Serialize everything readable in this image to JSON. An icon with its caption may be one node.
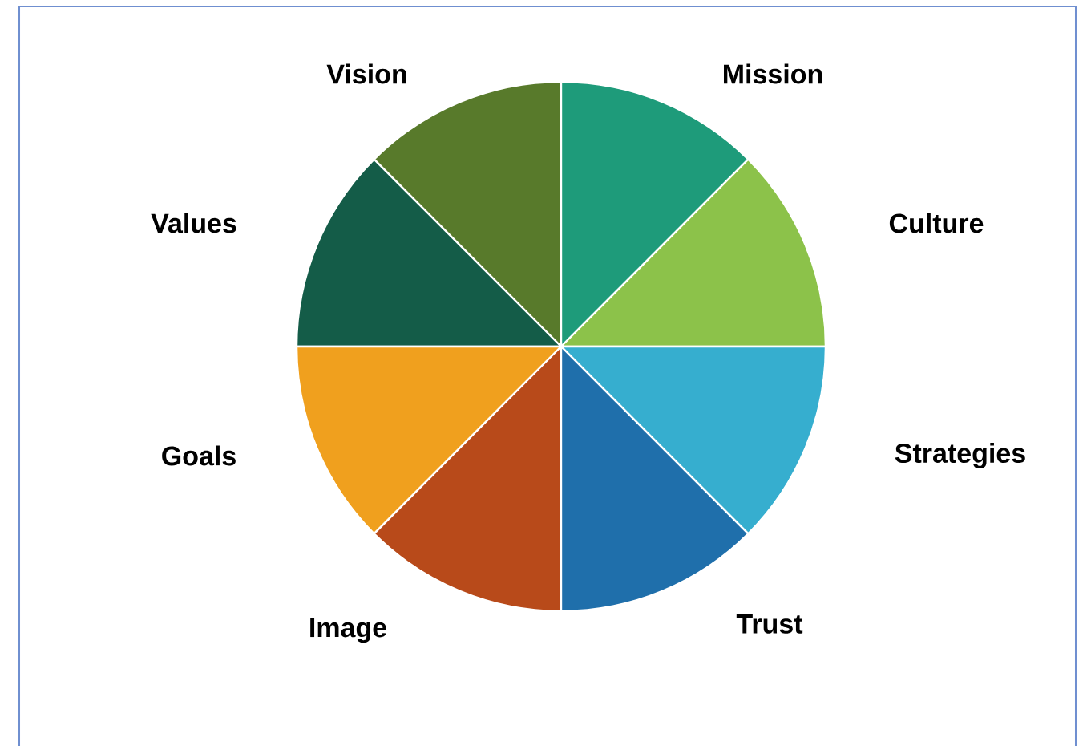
{
  "diagram": {
    "nodes": [
      {
        "text": [],
        "shape": "pie-slice",
        "beside": [
          "Vision"
        ]
      },
      {
        "text": [],
        "shape": "pie-slice",
        "beside": [
          "Mission"
        ]
      },
      {
        "text": [],
        "shape": "pie-slice",
        "beside": [
          "Values"
        ]
      },
      {
        "text": [],
        "shape": "pie-slice",
        "beside": [
          "Culture"
        ]
      },
      {
        "text": [],
        "shape": "pie-slice",
        "beside": [
          "Goals"
        ]
      },
      {
        "text": [],
        "shape": "pie-slice",
        "beside": [
          "Strategies"
        ]
      },
      {
        "text": [],
        "shape": "pie-slice",
        "beside": [
          "Image"
        ]
      },
      {
        "text": [],
        "shape": "pie-slice",
        "beside": [
          "Trust"
        ]
      }
    ]
  }
}
